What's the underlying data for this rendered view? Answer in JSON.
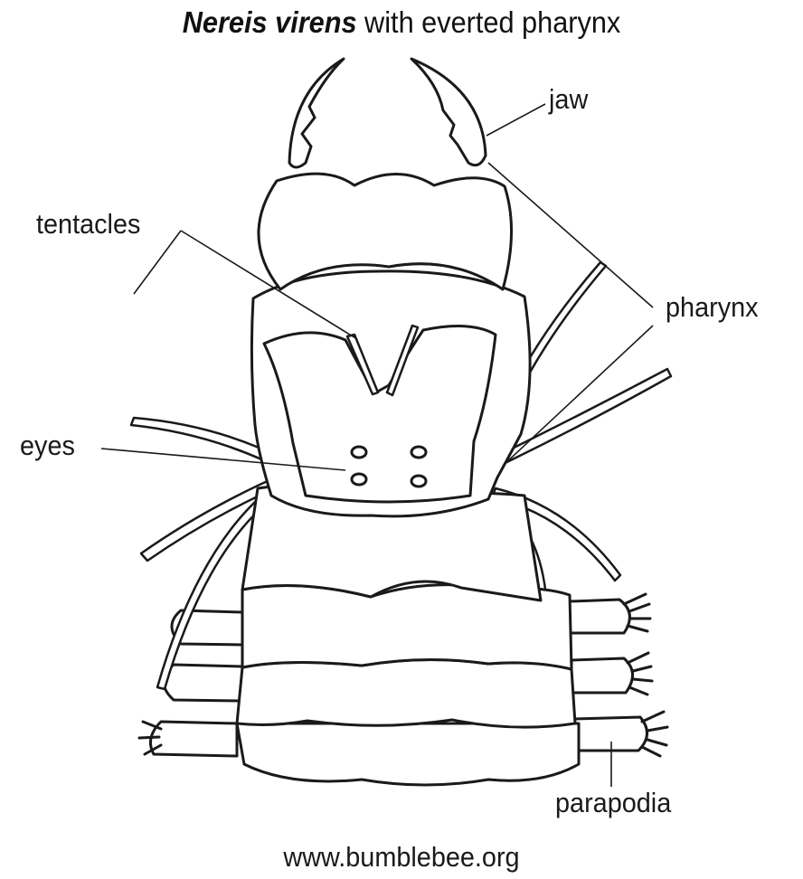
{
  "title": {
    "species": "Nereis virens",
    "rest": " with everted pharynx"
  },
  "labels": {
    "jaw": "jaw",
    "tentacles": "tentacles",
    "pharynx": "pharynx",
    "eyes": "eyes",
    "parapodia": "parapodia"
  },
  "credit": "www.bumblebee.org",
  "colors": {
    "ink": "#1a1a1a",
    "background": "#ffffff"
  }
}
